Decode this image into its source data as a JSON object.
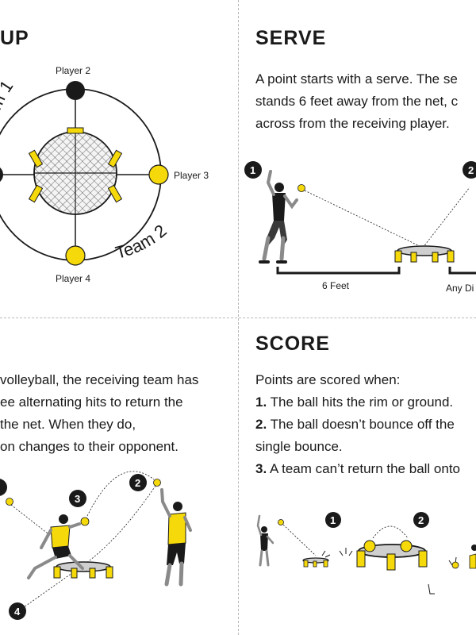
{
  "setup": {
    "heading": "UP",
    "player2": "Player 2",
    "player3": "Player 3",
    "player4": "Player 4",
    "team1": "m 1",
    "team2": "Team 2"
  },
  "serve": {
    "heading": "SERVE",
    "lines": [
      "A point starts with a serve. The se",
      "stands 6 feet away from the net, c",
      "across from the receiving player."
    ],
    "step1": "1",
    "step2": "2",
    "distance_label": "6 Feet",
    "any_label": "Any Di"
  },
  "rally": {
    "lines": [
      "volleyball, the receiving team has",
      "ee alternating hits to return the",
      "the net. When they do,",
      "on changes to their opponent."
    ],
    "step2": "2",
    "step3": "3",
    "step4": "4"
  },
  "score": {
    "heading": "SCORE",
    "intro": "Points are scored when:",
    "items": [
      {
        "num": "1.",
        "text": " The ball hits the rim or ground."
      },
      {
        "num": "2.",
        "text": " The ball doesn’t bounce off the"
      },
      {
        "num": "",
        "text": "single bounce."
      },
      {
        "num": "3.",
        "text": " A team can’t return the ball onto"
      }
    ],
    "step1": "1",
    "step2": "2"
  },
  "colors": {
    "accent_yellow": "#f5d90a",
    "dark": "#1a1a1a"
  }
}
